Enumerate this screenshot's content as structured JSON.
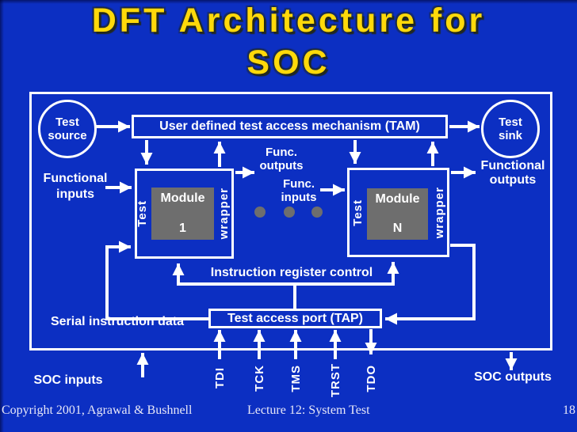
{
  "colors": {
    "background": "#0c2fc2",
    "title_yellow": "#ffd90a",
    "module_gray": "#6e6e6e",
    "line": "#ffffff",
    "footer_text": "#e8e8f8"
  },
  "title": {
    "text": "DFT Architecture for\nSOC"
  },
  "diagram": {
    "test_source": "Test\nsource",
    "test_sink": "Test\nsink",
    "tam_label": "User defined test access mechanism (TAM)",
    "functional_inputs": "Functional\ninputs",
    "func_outputs": "Func.\noutputs",
    "func_inputs": "Func.\ninputs",
    "functional_outputs": "Functional\noutputs",
    "module_1": {
      "name": "Module",
      "id": "1",
      "left_label": "Test",
      "right_label": "wrapper"
    },
    "module_n": {
      "name": "Module",
      "id": "N",
      "left_label": "Test",
      "right_label": "wrapper"
    },
    "instruction_register_control": "Instruction register control",
    "tap_label": "Test access port (TAP)",
    "serial_instruction_data": "Serial instruction data",
    "soc_inputs": "SOC inputs",
    "soc_outputs": "SOC outputs",
    "pins": [
      "TDI",
      "TCK",
      "TMS",
      "TRST",
      "TDO"
    ]
  },
  "footer": {
    "copyright": "Copyright 2001, Agrawal & Bushnell",
    "lecture": "Lecture 12: System Test",
    "page_number": "18"
  }
}
